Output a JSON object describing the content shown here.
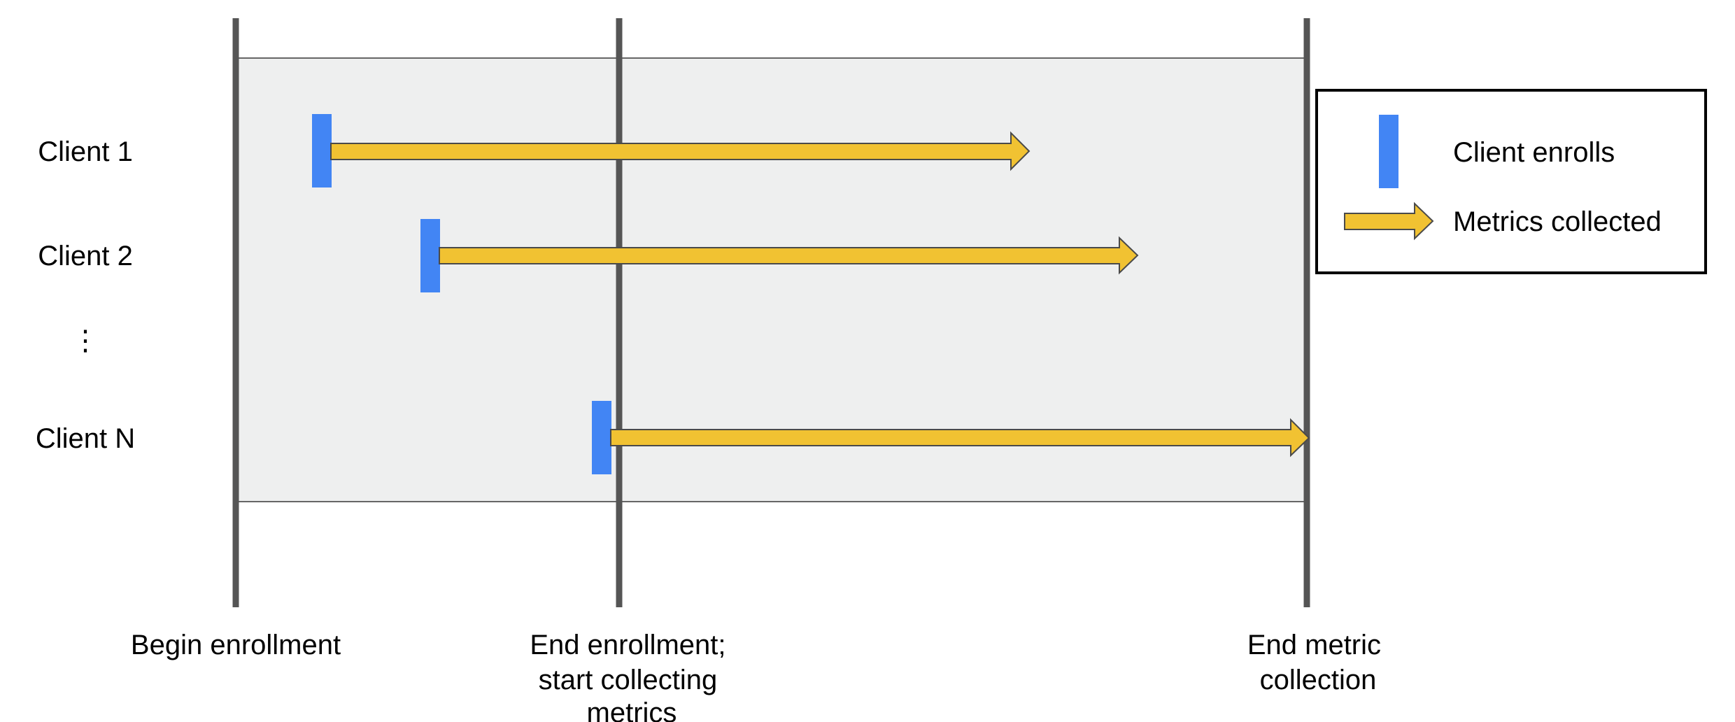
{
  "rows": [
    {
      "label": "Client 1"
    },
    {
      "label": "Client 2"
    },
    {
      "label": "⋮"
    },
    {
      "label": "Client N"
    }
  ],
  "timeline": {
    "begin_enrollment": "Begin enrollment",
    "end_enrollment_lines": [
      "End enrollment;",
      "start collecting",
      "metrics"
    ],
    "end_collection_lines": [
      "End metric",
      "collection"
    ]
  },
  "legend": {
    "enroll": "Client enrolls",
    "metrics": "Metrics collected"
  },
  "colors": {
    "enroll_marker": "#4285f4",
    "metrics_arrow": "#f1c232",
    "arrow_outline": "#4a4a4a",
    "window_fill": "#eeefef",
    "timeline_line": "#555555"
  }
}
